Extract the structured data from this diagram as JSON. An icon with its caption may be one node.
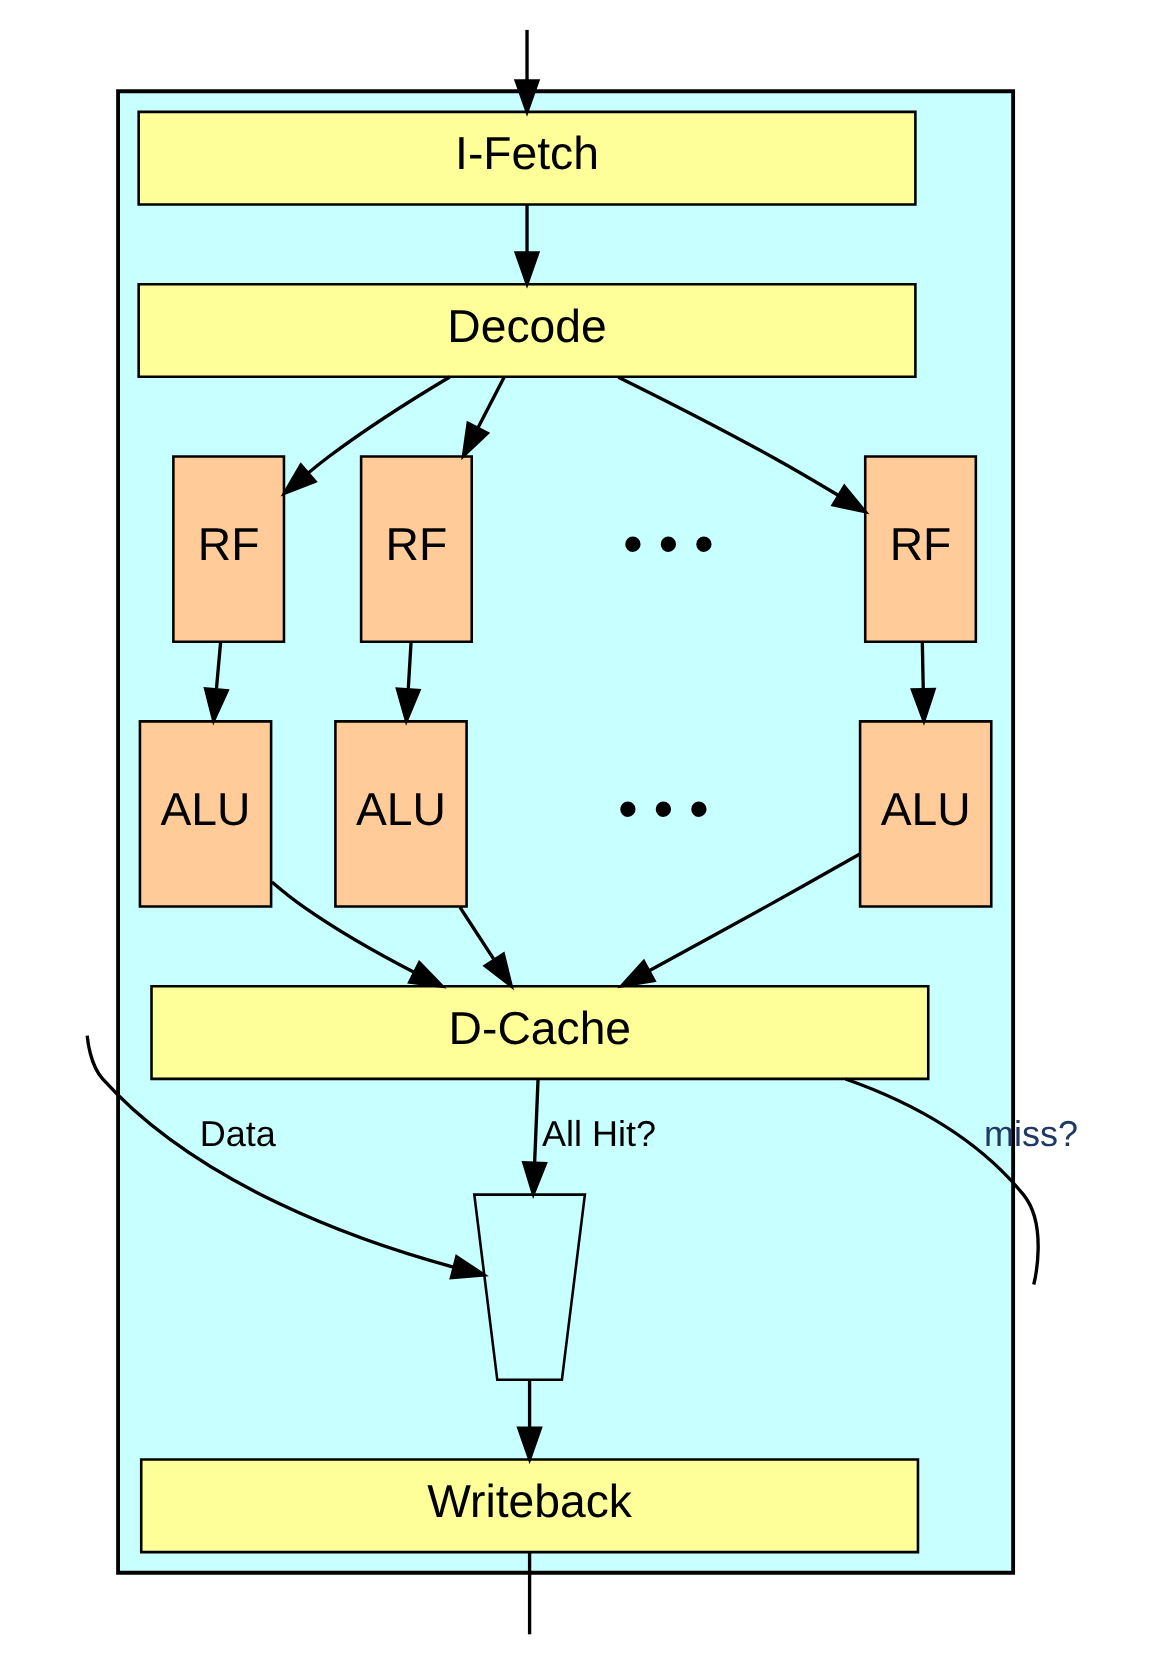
{
  "diagram": {
    "nodes": [
      {
        "text": [],
        "shape": "box"
      },
      {
        "text": [
          "I-Fetch"
        ],
        "in": 0
      },
      {
        "text": [
          "Decode"
        ],
        "in": 0
      },
      {
        "text": [
          "RF"
        ],
        "in": 0
      },
      {
        "text": [
          "RF"
        ],
        "in": 0
      },
      {
        "text": [
          "RF"
        ],
        "in": 0
      },
      {
        "text": [
          "ALU"
        ],
        "in": 0
      },
      {
        "text": [
          "ALU"
        ],
        "in": 0
      },
      {
        "text": [
          "ALU"
        ],
        "in": 0
      },
      {
        "text": [
          "D-Cache"
        ],
        "in": 0
      },
      {
        "text": [],
        "shape": "trapezoid",
        "in": 0
      },
      {
        "text": [
          "Writeback"
        ],
        "in": 0
      }
    ],
    "edges": [
      {
        "from": null,
        "to": 1,
        "arrow": "to"
      },
      {
        "from": 1,
        "to": 2,
        "arrow": "to"
      },
      {
        "from": 2,
        "to": 3,
        "arrow": "to"
      },
      {
        "from": 2,
        "to": 4,
        "arrow": "to"
      },
      {
        "from": 2,
        "to": 5,
        "arrow": "to"
      },
      {
        "from": 3,
        "to": 6,
        "arrow": "to"
      },
      {
        "from": 4,
        "to": 7,
        "arrow": "to"
      },
      {
        "from": 5,
        "to": 8,
        "arrow": "to"
      },
      {
        "from": 6,
        "to": 9,
        "arrow": "to"
      },
      {
        "from": 7,
        "to": 9,
        "arrow": "to"
      },
      {
        "from": 8,
        "to": 9,
        "arrow": "to"
      },
      {
        "from": 9,
        "to": null,
        "arrow": "none",
        "label": "miss?"
      },
      {
        "from": 9,
        "to": 10,
        "arrow": "to",
        "label": "All Hit?"
      },
      {
        "from": null,
        "to": 10,
        "arrow": "to",
        "label": "Data"
      },
      {
        "from": 10,
        "to": 11,
        "arrow": "to"
      },
      {
        "from": 11,
        "to": null,
        "arrow": "none"
      }
    ],
    "labels": [
      "• • •",
      "• • •"
    ]
  }
}
